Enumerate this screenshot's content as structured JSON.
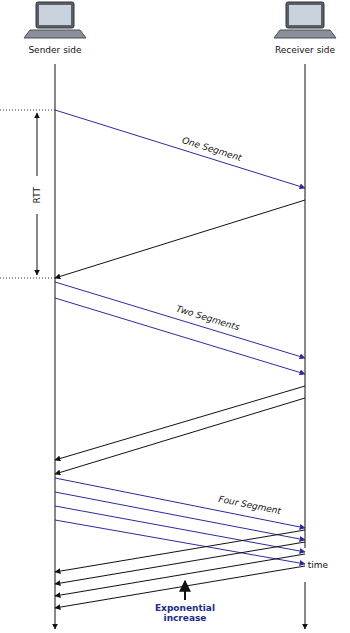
{
  "diagram": {
    "labels": [
      "Sender side",
      "Receiver side",
      "RTT",
      "One Segment",
      "Two Segments",
      "Four Segment",
      "Exponential increase",
      "time"
    ]
  }
}
